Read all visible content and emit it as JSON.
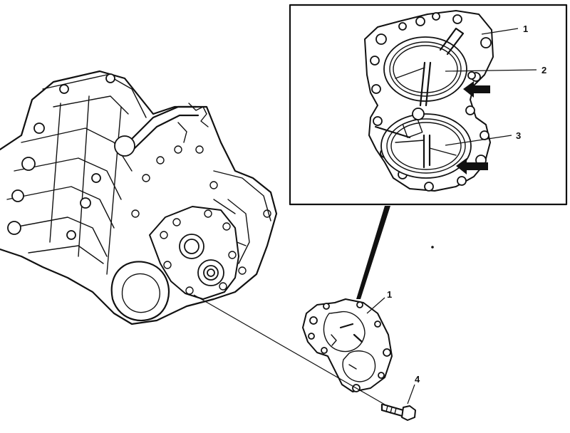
{
  "callouts": {
    "inset_1": "1",
    "inset_2": "2",
    "inset_3": "3",
    "cover_1": "1",
    "bolt_4": "4"
  },
  "colors": {
    "line": "#111111",
    "background": "#ffffff"
  }
}
